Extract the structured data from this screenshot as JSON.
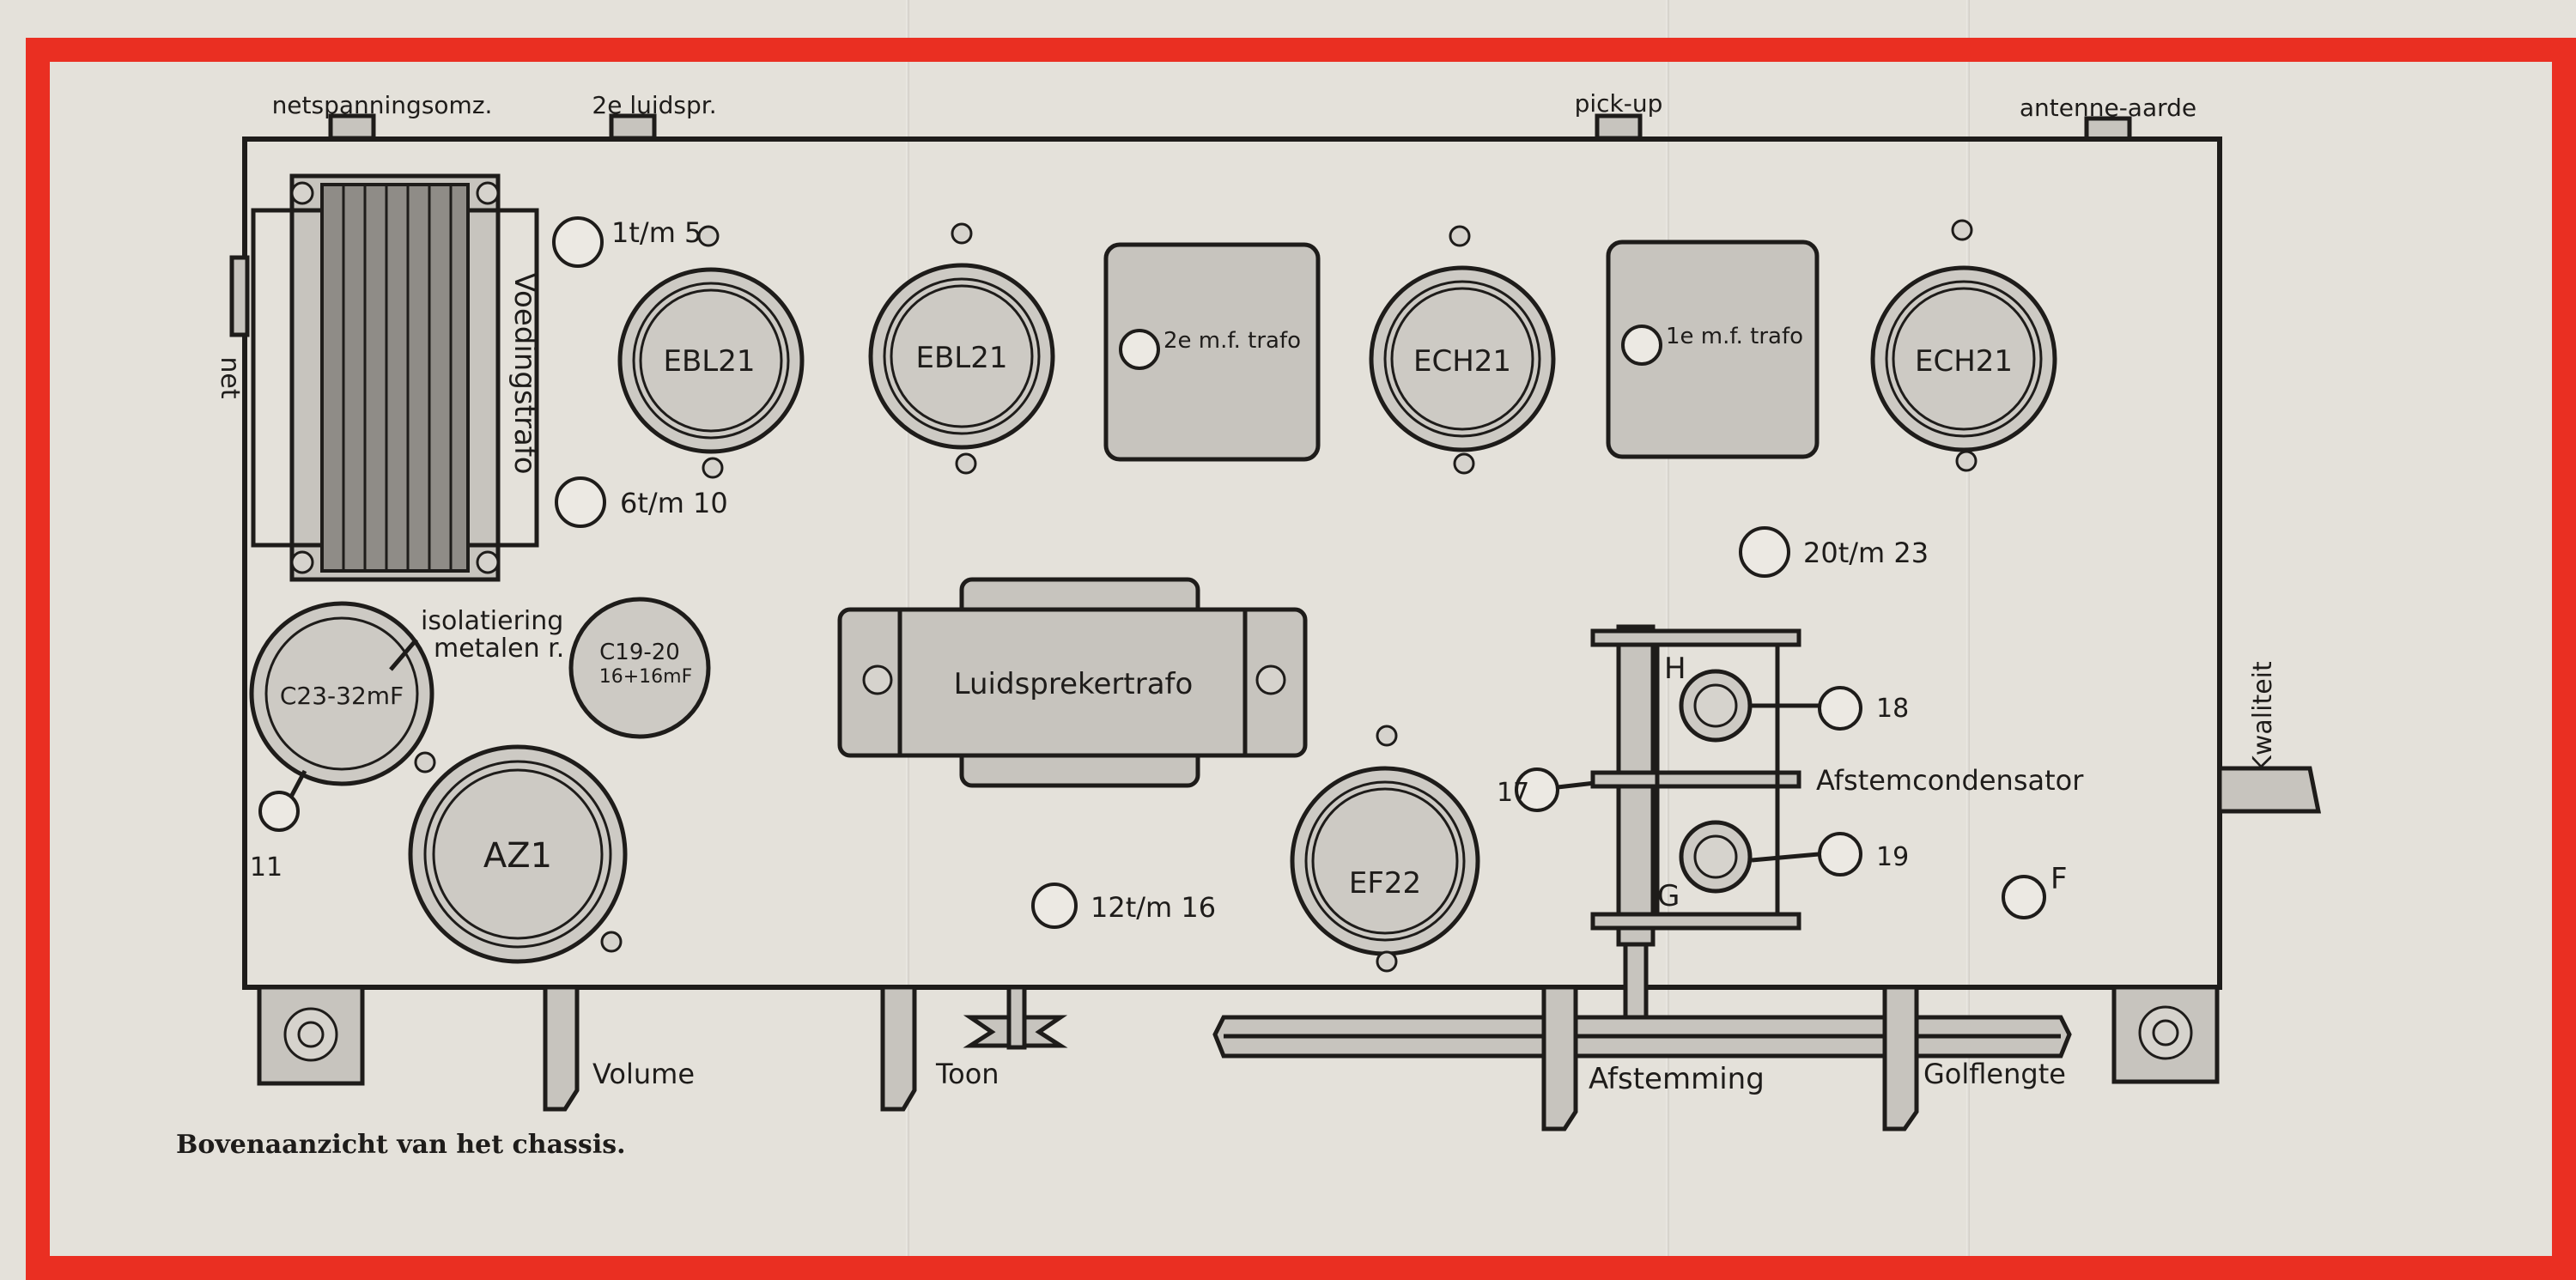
{
  "top_labels": {
    "mains_switch": "netspanningsomz.",
    "second_speaker": "2e luidspr.",
    "pickup": "pick-up",
    "antenna": "antenne-aarde"
  },
  "side_labels": {
    "net": "net",
    "quality": "Kwaliteit"
  },
  "transformer": {
    "label": "Voedingstrafo"
  },
  "holes": {
    "h1": "1t/m 5",
    "h2": "6t/m 10",
    "h3": "20t/m 23",
    "h4": "12t/m 16",
    "h17": "17",
    "h18": "18",
    "h19": "19",
    "hF": "F",
    "h11": "11"
  },
  "tubes": [
    {
      "label": "EBL21"
    },
    {
      "label": "EBL21"
    },
    {
      "label": "ECH21"
    },
    {
      "label": "ECH21"
    },
    {
      "label": "EF22"
    },
    {
      "label": "AZ1"
    }
  ],
  "if_transformers": [
    {
      "label": "2e m.f. trafo"
    },
    {
      "label": "1e m.f. trafo"
    }
  ],
  "capacitors": {
    "c23": "C23-32mF",
    "c19_line1": "C19-20",
    "c19_line2": "16+16mF",
    "ring_line1": "isolatiering",
    "ring_line2": "metalen r."
  },
  "speaker_transformer": "Luidsprekertrafo",
  "tuning_capacitor": {
    "label": "Afstemcondensator",
    "h": "H",
    "g": "G"
  },
  "controls": {
    "volume": "Volume",
    "tone": "Toon",
    "tuning": "Afstemming",
    "waveband": "Golflengte"
  },
  "caption": "Bovenaanzicht van het chassis.",
  "colors": {
    "frame": "#ea2f22",
    "paper": "#e4e1da",
    "ink": "#1e1c1a",
    "part_fill": "#c7c4be"
  }
}
